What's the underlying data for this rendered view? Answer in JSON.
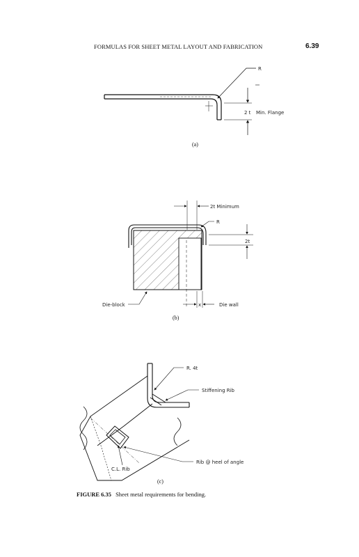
{
  "header": {
    "title": "FORMULAS FOR SHEET METAL LAYOUT AND FABRICATION",
    "page_number": "6.39"
  },
  "figure_a": {
    "radius_label": "R",
    "flange_label": "2 t",
    "min_flange_label": "Min. Flange",
    "sub_caption": "(a)"
  },
  "figure_b": {
    "minimum_label": "2t Minimum",
    "radius_label": "R",
    "height_label": "2t",
    "die_block_label": "Die-block",
    "x_label": "x",
    "die_wall_label": "Die wall",
    "sub_caption": "(b)"
  },
  "figure_c": {
    "radius_label": "R. 4t",
    "stiffening_rib_label": "Stiffening Rib",
    "rib_heel_label": "Rib @ heel of angle",
    "cl_rib_label": "C.L. Rib",
    "sub_caption": "(c)"
  },
  "caption": {
    "number": "FIGURE 6.35",
    "text": "Sheet metal requirements for bending."
  }
}
